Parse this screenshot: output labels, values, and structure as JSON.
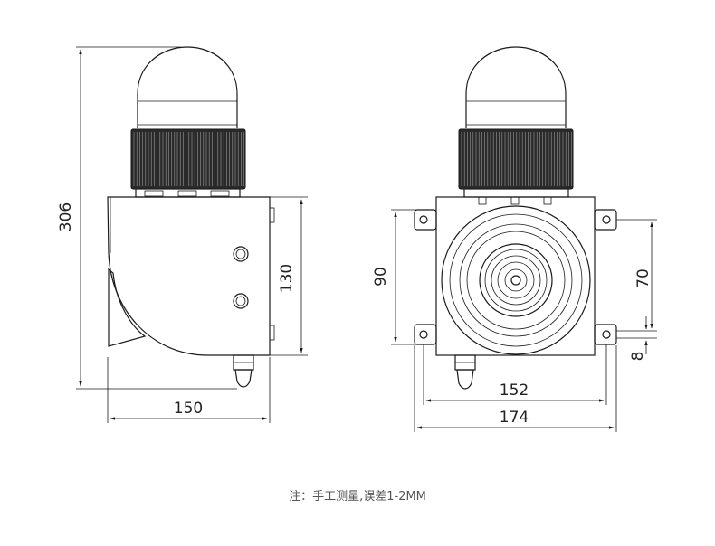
{
  "dimensions": {
    "height_total": "306",
    "side_box_height": "130",
    "side_width": "150",
    "front_height": "90",
    "mount_spacing": "70",
    "mount_offset": "8",
    "front_inner_width": "152",
    "front_outer_width": "174"
  },
  "note": "注：手工测量,误差1-2MM",
  "colors": {
    "line": "#1a1a1a",
    "base_dark": "#2a2a2a",
    "text": "#222222",
    "note": "#555555"
  }
}
